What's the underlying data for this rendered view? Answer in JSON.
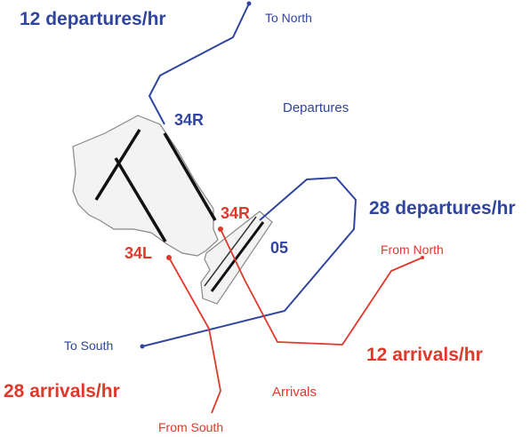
{
  "colors": {
    "departures": "#2f45a0",
    "arrivals": "#e0392b",
    "runway": "#111111",
    "terrain_outline": "#888888",
    "terrain_fill": "#f3f3f3"
  },
  "labels": {
    "dep_north_rate": "12 departures/hr",
    "to_north": "To North",
    "departures": "Departures",
    "dep_south_rate": "28 departures/hr",
    "rwy_05": "05",
    "to_south": "To South",
    "rwy_34r_dep": "34R",
    "rwy_34r_arr": "34R",
    "rwy_34l": "34L",
    "from_north": "From North",
    "arr_north_rate": "12 arrivals/hr",
    "arr_south_rate": "28 arrivals/hr",
    "arrivals": "Arrivals",
    "from_south": "From South"
  }
}
